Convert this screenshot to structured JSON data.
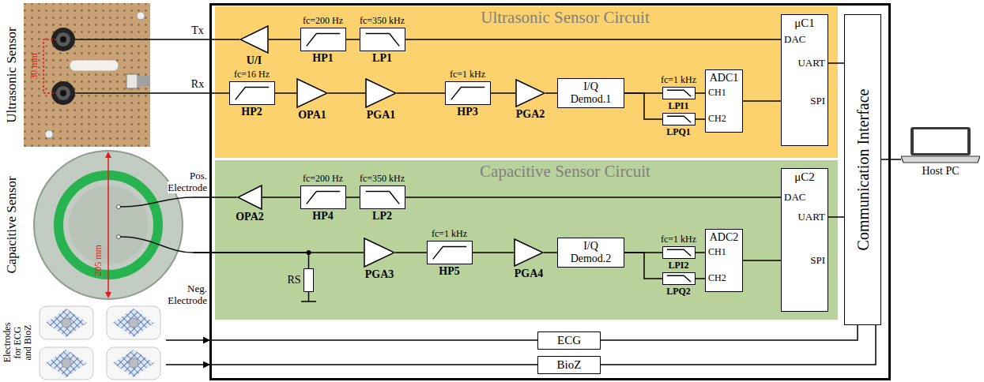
{
  "diagram": {
    "nodes": [
      {
        "text": [
          "Ultrasonic Sensor"
        ]
      },
      {
        "text": [
          "Capacitive Sensor"
        ]
      },
      {
        "text": [
          "Electrodes for ECG and BioZ"
        ]
      },
      {
        "text": [
          "Ultrasonic Sensor Circuit"
        ]
      },
      {
        "text": [
          "U/I"
        ],
        "in": 3
      },
      {
        "text": [
          "fc=200 Hz",
          "HP1"
        ],
        "in": 3
      },
      {
        "text": [
          "fc=350 kHz",
          "LP1"
        ],
        "in": 3
      },
      {
        "text": [
          "μC1",
          "DAC",
          "UART",
          "SPI"
        ],
        "in": 3
      },
      {
        "text": [
          "fc=16 Hz",
          "HP2"
        ],
        "in": 3
      },
      {
        "text": [
          "OPA1"
        ],
        "in": 3
      },
      {
        "text": [
          "PGA1"
        ],
        "in": 3
      },
      {
        "text": [
          "fc=1 kHz",
          "HP3"
        ],
        "in": 3
      },
      {
        "text": [
          "PGA2"
        ],
        "in": 3
      },
      {
        "text": [
          "I/Q Demod.1"
        ],
        "in": 3
      },
      {
        "text": [
          "fc=1 kHz",
          "LPI1"
        ],
        "in": 3
      },
      {
        "text": [
          "LPQ1"
        ],
        "in": 3
      },
      {
        "text": [
          "ADC1",
          "CH1",
          "CH2"
        ],
        "in": 3
      },
      {
        "text": [
          "Capacitive Sensor Circuit"
        ]
      },
      {
        "text": [
          "OPA2"
        ],
        "in": 17
      },
      {
        "text": [
          "fc=200 Hz",
          "HP4"
        ],
        "in": 17
      },
      {
        "text": [
          "fc=350 kHz",
          "LP2"
        ],
        "in": 17
      },
      {
        "text": [
          "μC2",
          "DAC",
          "UART",
          "SPI"
        ],
        "in": 17
      },
      {
        "text": [
          "RS"
        ],
        "in": 17
      },
      {
        "text": [
          "PGA3"
        ],
        "in": 17
      },
      {
        "text": [
          "fc=1 kHz",
          "HP5"
        ],
        "in": 17
      },
      {
        "text": [
          "PGA4"
        ],
        "in": 17
      },
      {
        "text": [
          "I/Q Demod.2"
        ],
        "in": 17
      },
      {
        "text": [
          "fc=1 kHz",
          "LPI2"
        ],
        "in": 17
      },
      {
        "text": [
          "LPQ2"
        ],
        "in": 17
      },
      {
        "text": [
          "ADC2",
          "CH1",
          "CH2"
        ],
        "in": 17
      },
      {
        "text": [
          "ECG"
        ]
      },
      {
        "text": [
          "BioZ"
        ]
      },
      {
        "text": [
          "Communication Interface"
        ]
      },
      {
        "text": [
          "Host PC"
        ]
      }
    ],
    "edges": [
      {
        "from": 7,
        "to": 6,
        "arrow": "none"
      },
      {
        "from": 6,
        "to": 5,
        "arrow": "none"
      },
      {
        "from": 5,
        "to": 4,
        "arrow": "none"
      },
      {
        "from": 4,
        "to": 0,
        "arrow": "none"
      },
      {
        "from": 0,
        "to": 8,
        "arrow": "none"
      },
      {
        "from": 8,
        "to": 9,
        "arrow": "none"
      },
      {
        "from": 9,
        "to": 10,
        "arrow": "none"
      },
      {
        "from": 10,
        "to": 11,
        "arrow": "none"
      },
      {
        "from": 11,
        "to": 12,
        "arrow": "none"
      },
      {
        "from": 12,
        "to": 13,
        "arrow": "none"
      },
      {
        "from": 13,
        "to": 14,
        "arrow": "none"
      },
      {
        "from": 13,
        "to": 15,
        "arrow": "none"
      },
      {
        "from": 14,
        "to": 16,
        "arrow": "none"
      },
      {
        "from": 15,
        "to": 16,
        "arrow": "none"
      },
      {
        "from": 16,
        "to": 7,
        "arrow": "none"
      },
      {
        "from": 7,
        "to": 32,
        "arrow": "none"
      },
      {
        "from": 21,
        "to": 20,
        "arrow": "none"
      },
      {
        "from": 20,
        "to": 19,
        "arrow": "none"
      },
      {
        "from": 19,
        "to": 18,
        "arrow": "none"
      },
      {
        "from": 18,
        "to": 1,
        "arrow": "none"
      },
      {
        "from": 1,
        "to": 23,
        "arrow": "none"
      },
      {
        "from": 1,
        "to": 22,
        "arrow": "none"
      },
      {
        "from": 23,
        "to": 24,
        "arrow": "none"
      },
      {
        "from": 24,
        "to": 25,
        "arrow": "none"
      },
      {
        "from": 25,
        "to": 26,
        "arrow": "none"
      },
      {
        "from": 26,
        "to": 27,
        "arrow": "none"
      },
      {
        "from": 26,
        "to": 28,
        "arrow": "none"
      },
      {
        "from": 27,
        "to": 29,
        "arrow": "none"
      },
      {
        "from": 28,
        "to": 29,
        "arrow": "none"
      },
      {
        "from": 29,
        "to": 21,
        "arrow": "none"
      },
      {
        "from": 21,
        "to": 32,
        "arrow": "none"
      },
      {
        "from": 2,
        "to": 30,
        "arrow": "to"
      },
      {
        "from": 2,
        "to": 31,
        "arrow": "to"
      },
      {
        "from": 30,
        "to": 32,
        "arrow": "none"
      },
      {
        "from": 31,
        "to": 32,
        "arrow": "none"
      },
      {
        "from": 32,
        "to": 33,
        "arrow": "none"
      }
    ],
    "labels": [
      "30 mm",
      "205 mm",
      "Tx",
      "Rx",
      "Pos. Electrode",
      "Neg. Electrode"
    ]
  }
}
